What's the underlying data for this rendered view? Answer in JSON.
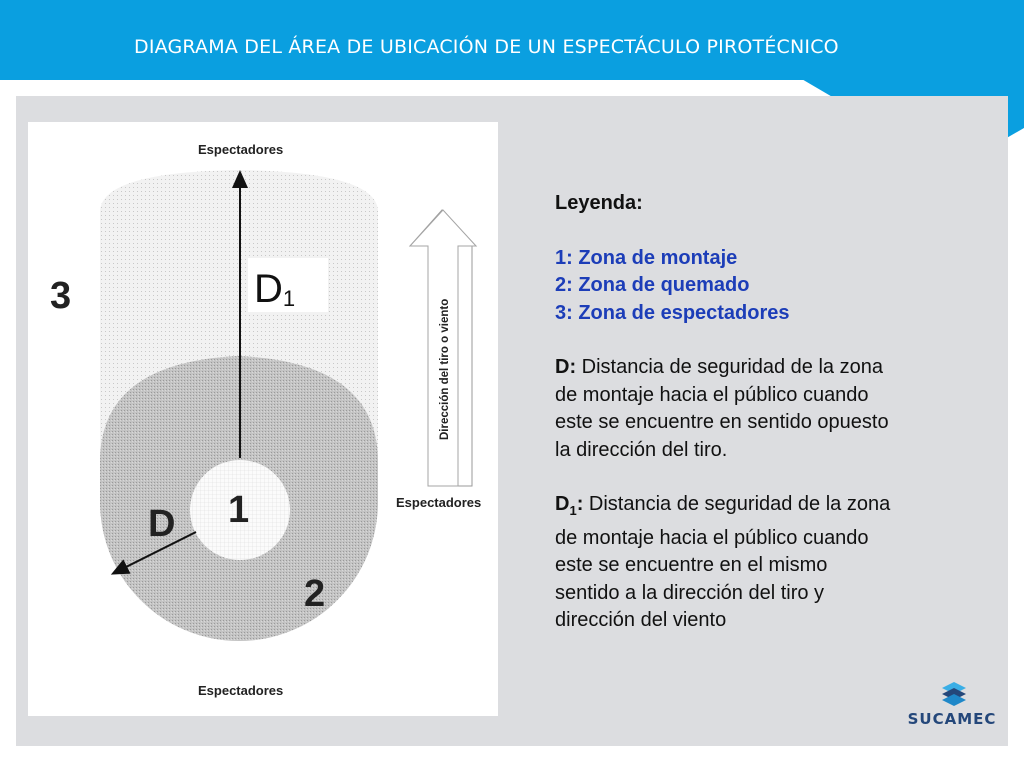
{
  "header": {
    "title": "DIAGRAMA DEL ÁREA DE UBICACIÓN DE UN ESPECTÁCULO PIROTÉCNICO"
  },
  "diagram": {
    "top_label": "Espectadores",
    "bottom_label": "Espectadores",
    "side_label": "Espectadores",
    "wind_label": "Dirección del tiro o viento",
    "zone_1": "1",
    "zone_2": "2",
    "zone_3": "3",
    "distance_d": "D",
    "distance_d1_main": "D",
    "distance_d1_sub": "1"
  },
  "legend": {
    "title": "Leyenda:",
    "zones": [
      "1: Zona de montaje",
      "2: Zona de quemado",
      "3: Zona de espectadores"
    ],
    "d_key": "D:",
    "d_lines": [
      "Distancia de seguridad de la zona",
      "de montaje hacia el público cuando",
      "este se encuentre en sentido opuesto",
      "la dirección del tiro."
    ],
    "d1_key": "D",
    "d1_sub": "1",
    "d1_colon": ":",
    "d1_lines": [
      "Distancia de seguridad de la zona",
      "de montaje hacia el público cuando",
      "este se encuentre en el mismo",
      "sentido a la dirección del tiro y",
      "dirección del viento"
    ]
  },
  "logo": {
    "text": "SUCAMEC"
  },
  "colors": {
    "header": "#0a9fe0",
    "panel": "#dcdde0",
    "legend_zone": "#1c3db8",
    "logo": "#24477a"
  }
}
